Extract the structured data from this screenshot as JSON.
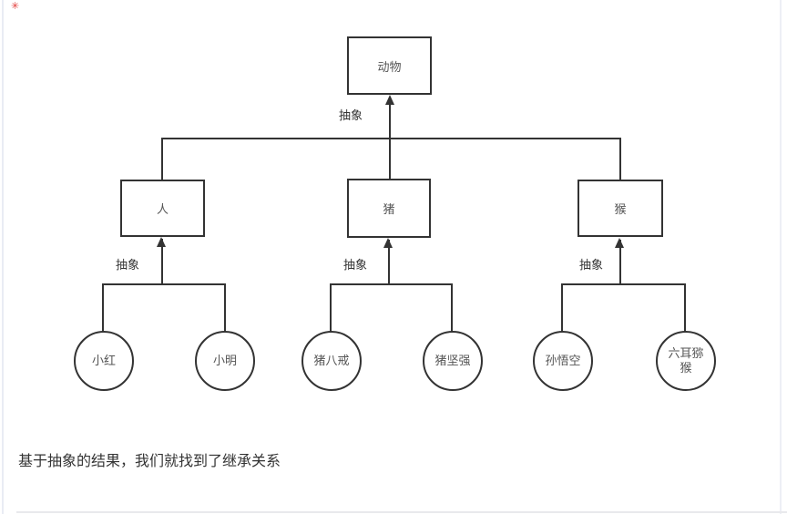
{
  "page": {
    "marker_glyph": "✳",
    "caption": "基于抽象的结果，我们就找到了继承关系"
  },
  "diagram": {
    "abstract_label": "抽象",
    "root": {
      "label": "动物"
    },
    "level2": [
      {
        "label": "人"
      },
      {
        "label": "猪"
      },
      {
        "label": "猴"
      }
    ],
    "leaves": [
      {
        "label": "小红"
      },
      {
        "label": "小明"
      },
      {
        "label": "猪八戒"
      },
      {
        "label": "猪坚强"
      },
      {
        "label": "孙悟空"
      },
      {
        "label": "六耳猕猴"
      }
    ],
    "colors": {
      "line": "#333333",
      "node_text": "#555555",
      "label_text": "#333333",
      "marker": "#e23c39",
      "background": "#ffffff"
    }
  }
}
